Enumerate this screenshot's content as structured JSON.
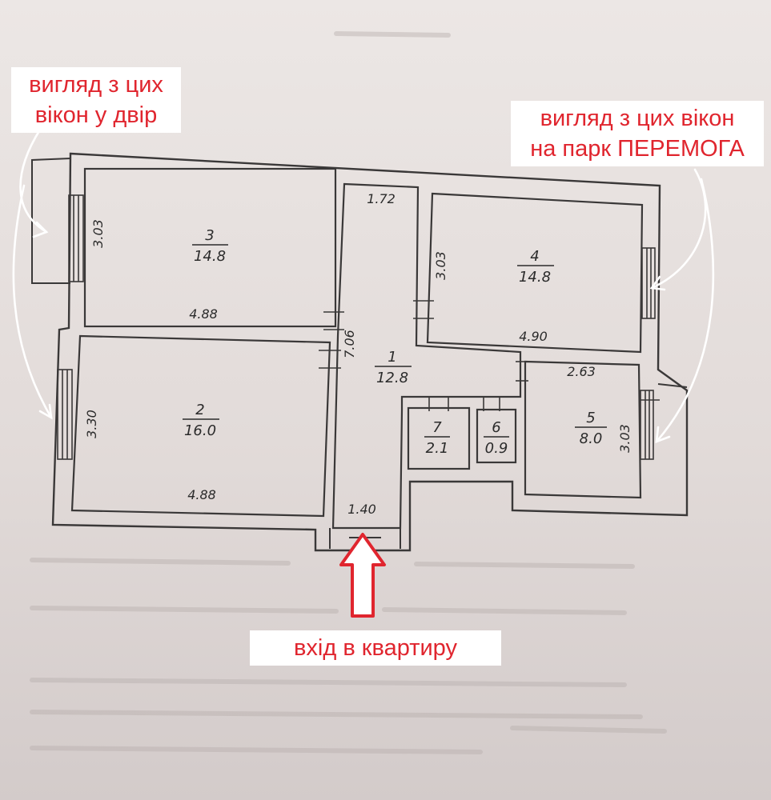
{
  "callouts": {
    "courtyard": [
      "вигляд з цих",
      "вікон у двір"
    ],
    "park": [
      "вигляд з цих вікон",
      "на парк ПЕРЕМОГА"
    ],
    "entrance": "вхід в квартиру"
  },
  "rooms": {
    "r1": {
      "number": "1",
      "area": "12.8"
    },
    "r2": {
      "number": "2",
      "area": "16.0"
    },
    "r3": {
      "number": "3",
      "area": "14.8"
    },
    "r4": {
      "number": "4",
      "area": "14.8"
    },
    "r5": {
      "number": "5",
      "area": "8.0"
    },
    "r6": {
      "number": "6",
      "area": "0.9"
    },
    "r7": {
      "number": "7",
      "area": "2.1"
    }
  },
  "dimensions": {
    "r3_height": "3.03",
    "r3_width": "4.88",
    "r2_height": "3.30",
    "r2_width": "4.88",
    "hall_length": "7.06",
    "hall_top": "1.72",
    "hall_bottom": "1.40",
    "r4_height": "3.03",
    "r4_width": "4.90",
    "r5_width": "2.63",
    "r5_height": "3.03"
  },
  "colors": {
    "accent_red": "#e0252e",
    "wall_line": "#3a3838",
    "paper": "#e6e0de"
  }
}
